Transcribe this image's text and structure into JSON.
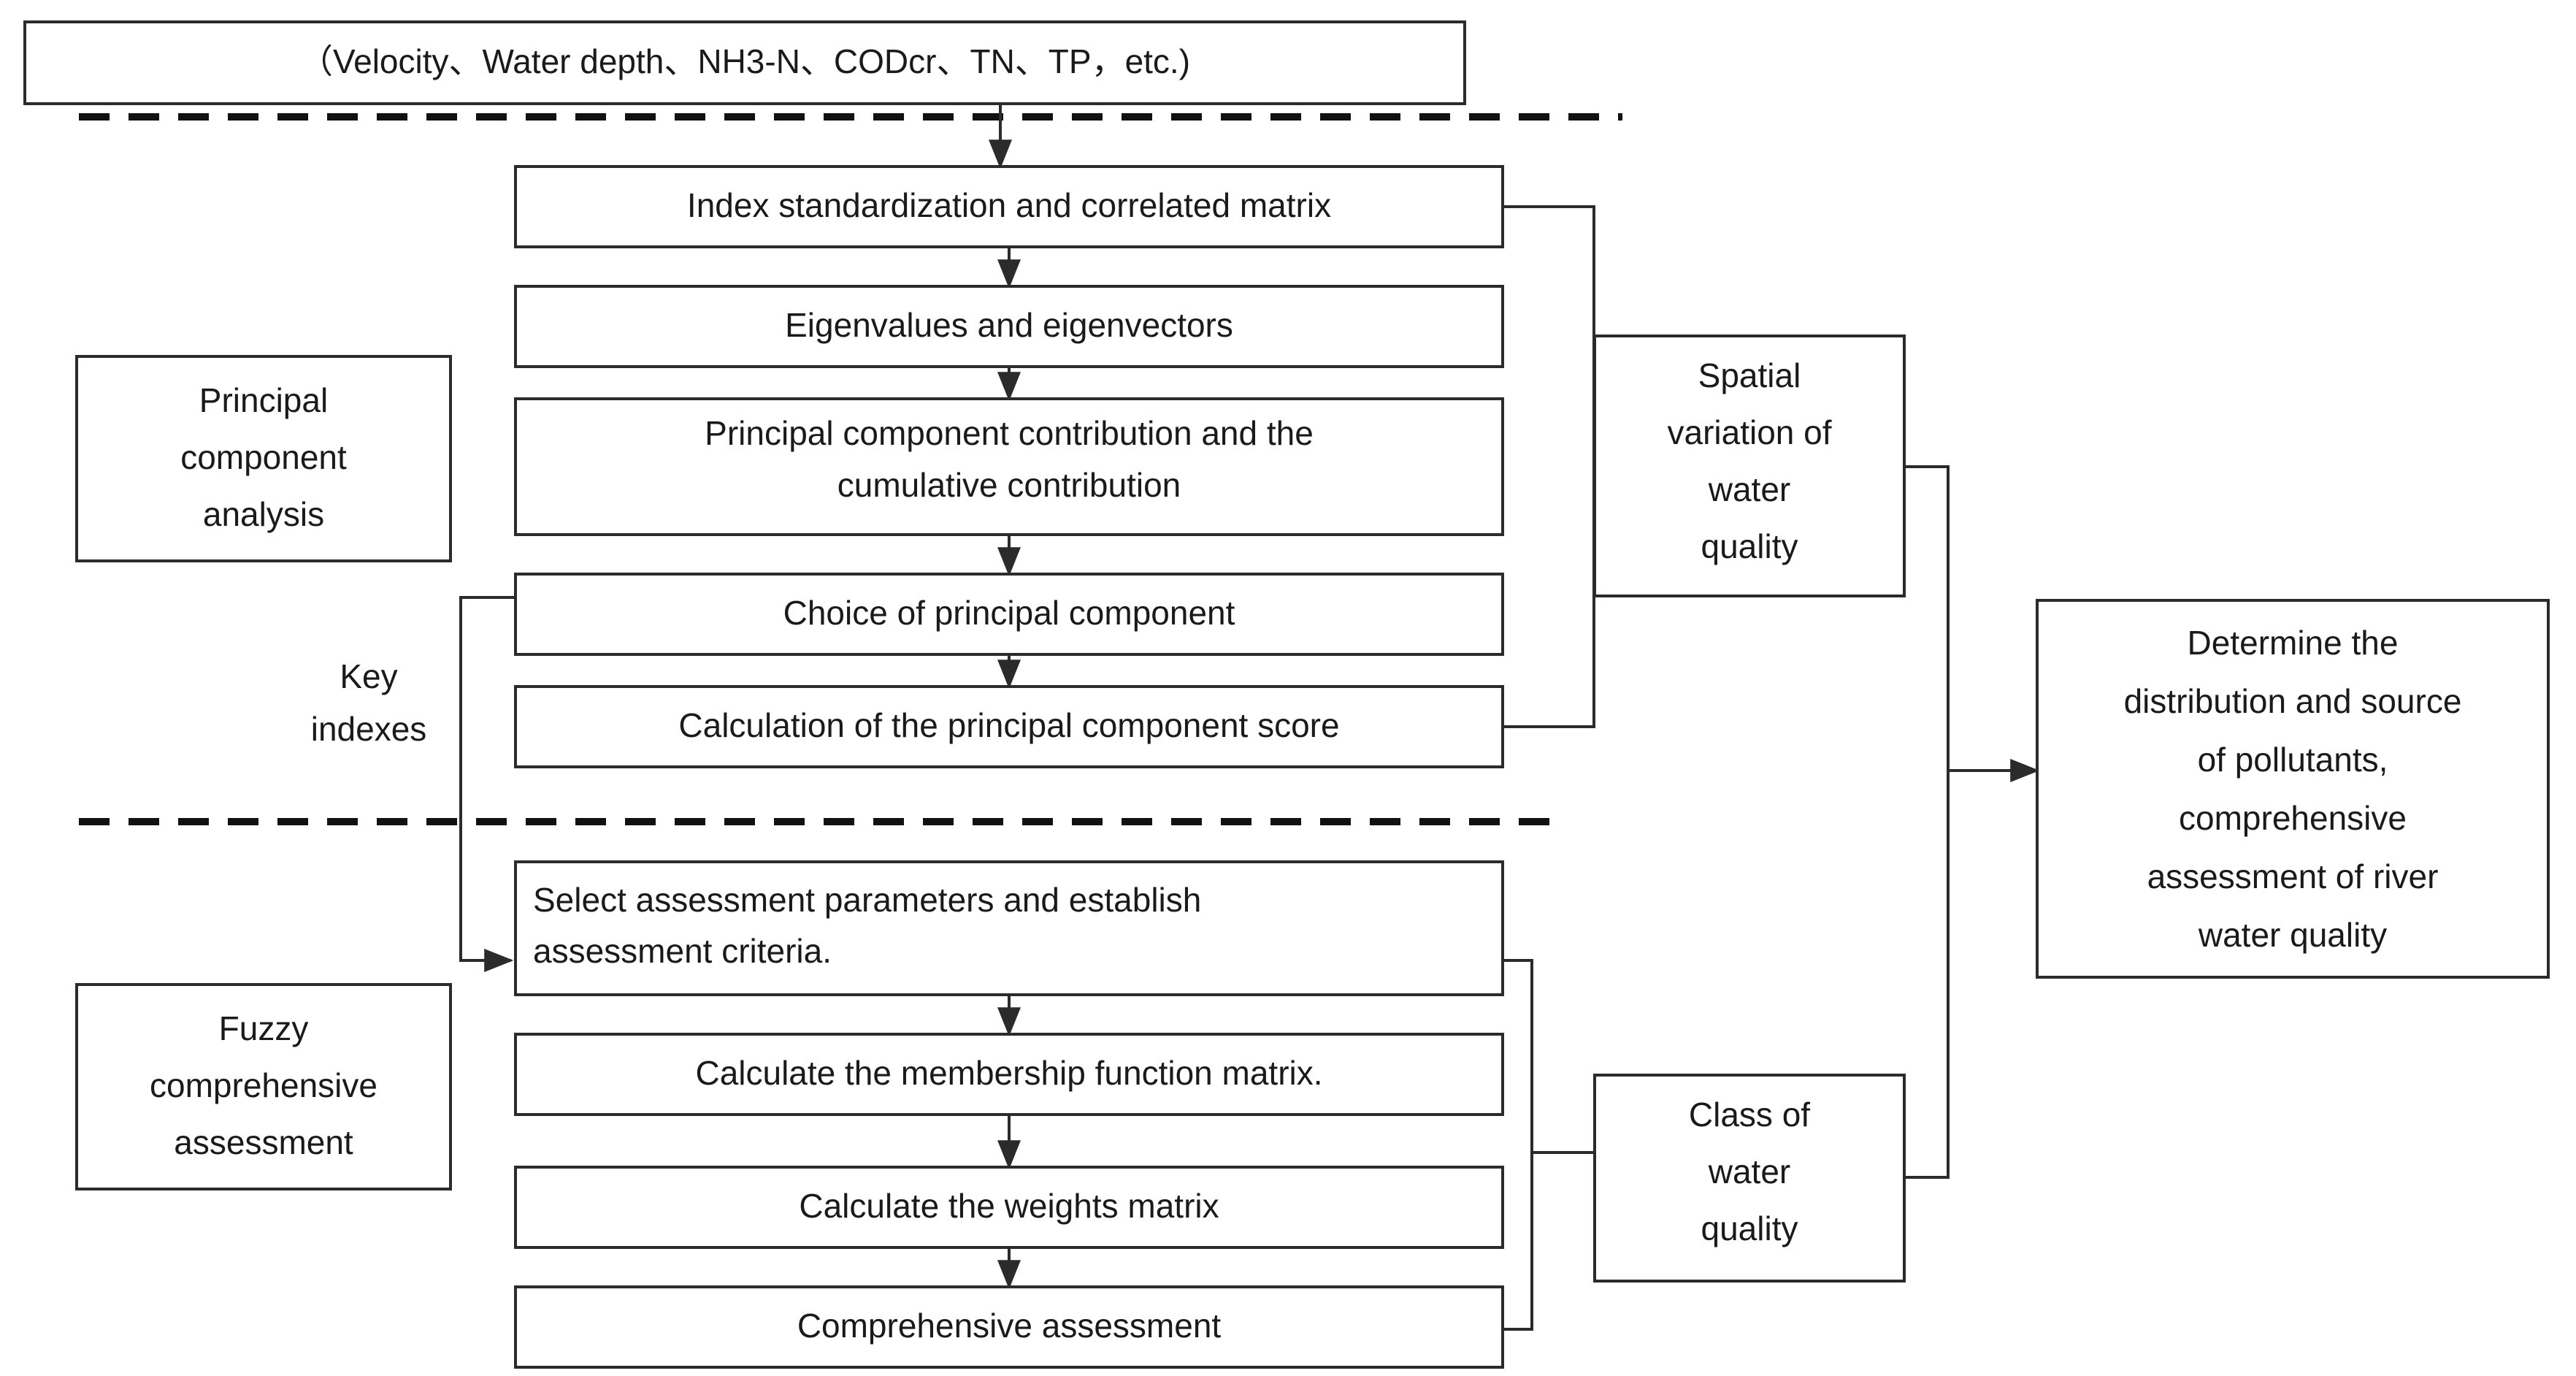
{
  "diagram": {
    "title_box": {
      "label": "（Velocity、Water depth、NH3-N、CODcr、TN、TP，etc.)"
    },
    "section_labels": [
      {
        "id": "pca",
        "lines": [
          "Principal",
          "component",
          "analysis"
        ]
      },
      {
        "id": "fuzzy",
        "lines": [
          "Fuzzy",
          "comprehensive",
          "assessment"
        ]
      }
    ],
    "free_labels": [
      {
        "id": "key-indexes",
        "lines": [
          "Key",
          "indexes"
        ]
      }
    ],
    "pca_steps": [
      {
        "id": "step-index-standardization",
        "lines": [
          "Index standardization and correlated matrix"
        ]
      },
      {
        "id": "step-eigenvalues",
        "lines": [
          "Eigenvalues and eigenvectors"
        ]
      },
      {
        "id": "step-pc-contribution",
        "lines": [
          "Principal component contribution and the",
          "cumulative contribution"
        ]
      },
      {
        "id": "step-choice-pc",
        "lines": [
          "Choice of principal component"
        ]
      },
      {
        "id": "step-pc-score",
        "lines": [
          "Calculation of the principal component score"
        ]
      }
    ],
    "fuzzy_steps": [
      {
        "id": "step-select-params",
        "lines": [
          "Select assessment parameters and establish",
          "assessment criteria."
        ]
      },
      {
        "id": "step-membership-matrix",
        "lines": [
          "Calculate the membership function matrix."
        ]
      },
      {
        "id": "step-weights-matrix",
        "lines": [
          "Calculate the weights matrix"
        ]
      },
      {
        "id": "step-comprehensive-assessment",
        "lines": [
          "Comprehensive assessment"
        ]
      }
    ],
    "outputs": [
      {
        "id": "out-spatial-variation",
        "lines": [
          "Spatial",
          "variation of",
          "water",
          "quality"
        ]
      },
      {
        "id": "out-class-water-quality",
        "lines": [
          "Class of",
          "water",
          "quality"
        ]
      }
    ],
    "conclusion": {
      "id": "out-conclusion",
      "lines": [
        "Determine the",
        "distribution and source",
        "of pollutants,",
        "comprehensive",
        "assessment of river",
        "water quality"
      ]
    },
    "colors": {
      "stroke": "#2b2b2b",
      "text": "#1a1a1a",
      "background": "#ffffff",
      "divider": "#111111"
    }
  }
}
